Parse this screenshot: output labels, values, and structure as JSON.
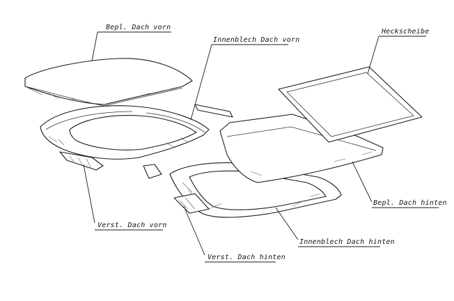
{
  "diagram": {
    "labels": {
      "bepl_dach_vorn": "Bepl. Dach vorn",
      "innenblech_dach_vorn": "Innenblech Dach vorn",
      "heckscheibe": "Heckscheibe",
      "bepl_dach_hinten": "Bepl. Dach hinten",
      "verst_dach_vorn": "Verst. Dach vorn",
      "innenblech_dach_hinten": "Innenblech Dach hinten",
      "verst_dach_hinten": "Verst. Dach hinten"
    }
  }
}
